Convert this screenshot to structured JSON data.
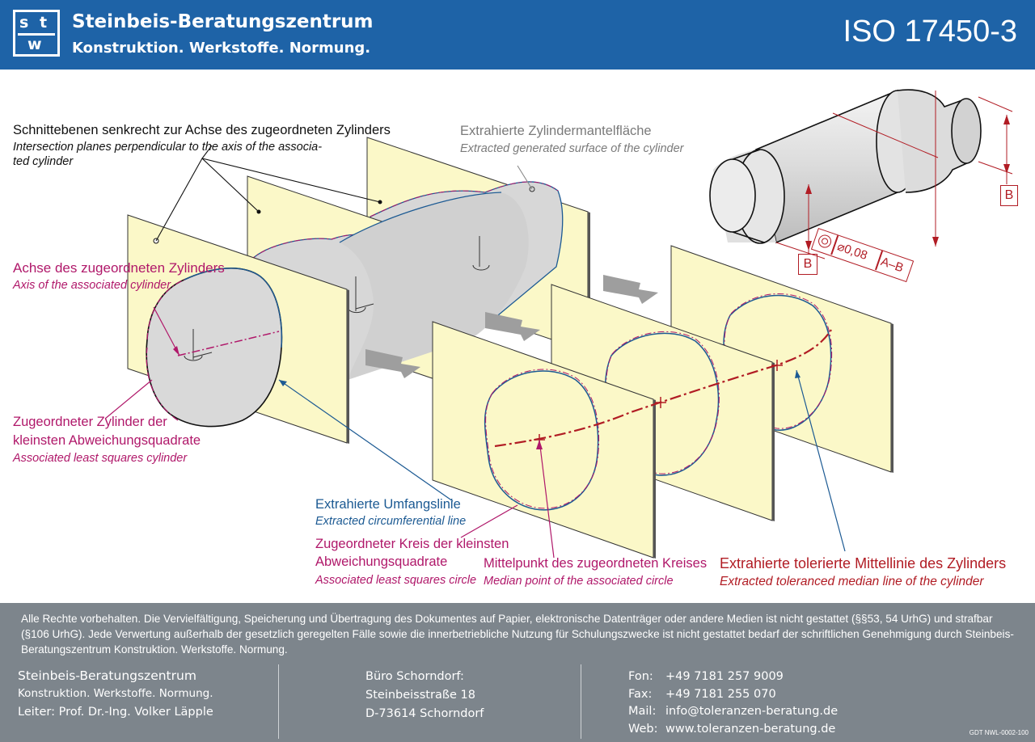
{
  "header": {
    "logo_text": [
      "s",
      "t",
      "w"
    ],
    "org_title": "Steinbeis-Beratungszentrum",
    "org_subtitle": "Konstruktion. Werkstoffe. Normung.",
    "standard": "ISO 17450-3"
  },
  "labels": {
    "planes_de": "Schnittebenen senkrecht zur Achse des zugeordneten Zylinders",
    "planes_en_1": "Intersection planes perpendicular to the axis of the associa-",
    "planes_en_2": "ted cylinder",
    "surface_de": "Extrahierte Zylindermantelfläche",
    "surface_en": "Extracted generated surface of the cylinder",
    "axis_de": "Achse des zugeordneten Zylinders",
    "axis_en": "Axis of the associated cylinder",
    "lsq_cyl_de_1": "Zugeordneter Zylinder der",
    "lsq_cyl_de_2": "kleinsten Abweichungsquadrate",
    "lsq_cyl_en": "Associated least squares cylinder",
    "circ_de": "Extrahierte Umfangslinie",
    "circ_en": "Extracted circumferential line",
    "lsq_circ_de_1": "Zugeordneter Kreis der kleinsten",
    "lsq_circ_de_2": "Abweichungsquadrate",
    "lsq_circ_en": "Associated least squares circle",
    "median_de": "Mittelpunkt des zugeordneten Kreises",
    "median_en": "Median point of the associated circle",
    "medline_de": "Extrahierte tolerierte Mittellinie des Zylinders",
    "medline_en": "Extracted toleranced median line of the cylinder"
  },
  "gdt": {
    "datum": "B",
    "tolerance": "⌀0,08",
    "reference": "A–B",
    "symbol": "concentricity-icon"
  },
  "colors": {
    "header_blue": "#1e63a7",
    "plane_fill": "#fbf8c8",
    "magenta": "#b0186a",
    "blue": "#1c5a93",
    "dark_red": "#b11c24",
    "footer_gray": "#7d858c"
  },
  "legal": "Alle Rechte vorbehalten. Die Vervielfältigung, Speicherung und Übertragung des Dokumentes auf Papier, elektronische Datenträger oder andere Medien ist nicht gestattet  (§§53, 54 UrhG) und strafbar (§106 UrhG). Jede Verwertung außerhalb der gesetzlich geregelten Fälle sowie die innerbetriebliche Nutzung für Schulungszwecke ist nicht gestattet bedarf der schriftlichen Genehmigung durch Steinbeis-Beratungszentrum Konstruktion. Werkstoffe. Normung.",
  "footer": {
    "col1": [
      "Steinbeis-Beratungszentrum",
      "Konstruktion. Werkstoffe. Normung.",
      "Leiter:  Prof. Dr.-Ing. Volker Läpple"
    ],
    "col2": [
      "Büro Schorndorf:",
      "Steinbeisstraße 18",
      "D-73614 Schorndorf"
    ],
    "contact_labels": [
      "Fon:",
      "Fax:",
      "Mail:",
      "Web:"
    ],
    "contact_values": [
      "+49 7181 257 9009",
      "+49 7181 255 070",
      "info@toleranzen-beratung.de",
      "www.toleranzen-beratung.de"
    ],
    "code": "GDT NWL-0002-100"
  }
}
